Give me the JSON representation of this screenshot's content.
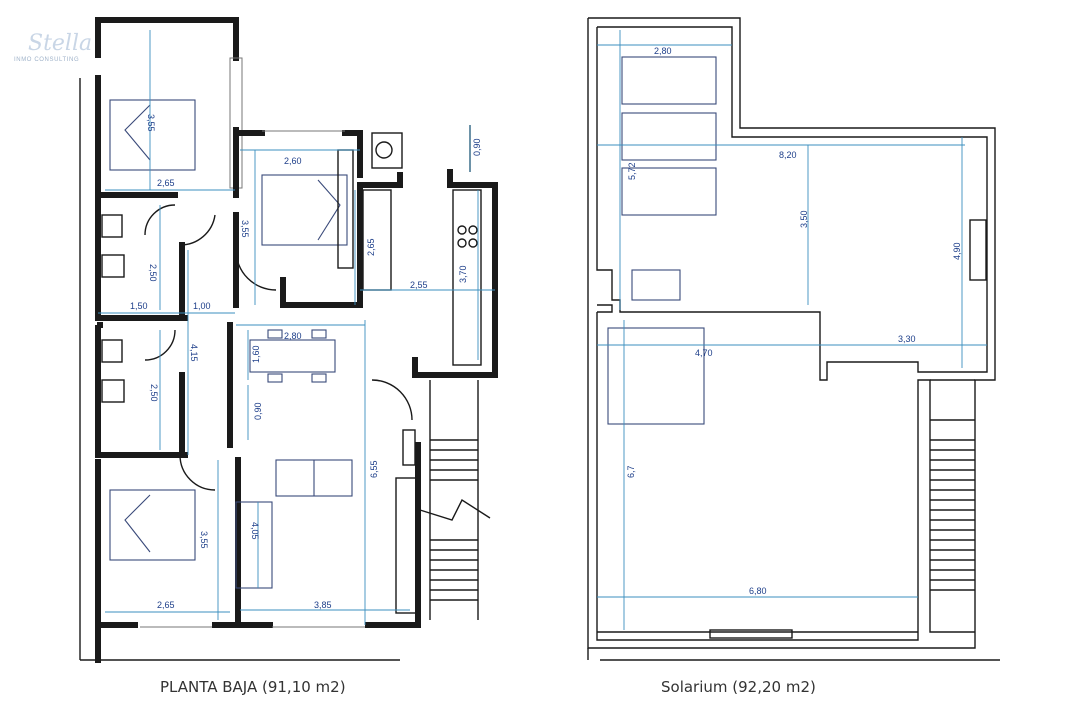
{
  "logo": {
    "name": "Stella",
    "tagline": "INMO CONSULTING"
  },
  "captions": {
    "ground_floor": "PLANTA BAJA (91,10 m2)",
    "solarium": "Solarium (92,20 m2)"
  },
  "ground_floor_dimensions": {
    "bedroom1_height": "3,55",
    "bedroom1_width": "2,65",
    "bath1_height": "2,50",
    "bath_width": "1,50",
    "hall_width": "1,00",
    "hall_height": "4,15",
    "bath2_height": "2,50",
    "bedroom3_height": "3,55",
    "bedroom3_width": "2,65",
    "bedroom2_width": "2,60",
    "bedroom2_height": "3,55",
    "closet_height": "2,65",
    "laundry_height": "0,90",
    "kitchen_width": "2,55",
    "kitchen_height": "3,70",
    "dining_width": "2,80",
    "dining_height": "1,60",
    "door_gap": "0,90",
    "living_height": "6,55",
    "sofa_zone_height": "4,05",
    "living_width": "3,85"
  },
  "solarium_dimensions": {
    "top_width": "2,80",
    "upper_width": "8,20",
    "left_height": "5,72",
    "mid_height": "3,50",
    "right_height": "4,90",
    "lower_left_width": "4,70",
    "lower_right_width": "3,30",
    "lower_height": "6,7",
    "bottom_width": "6,80"
  }
}
